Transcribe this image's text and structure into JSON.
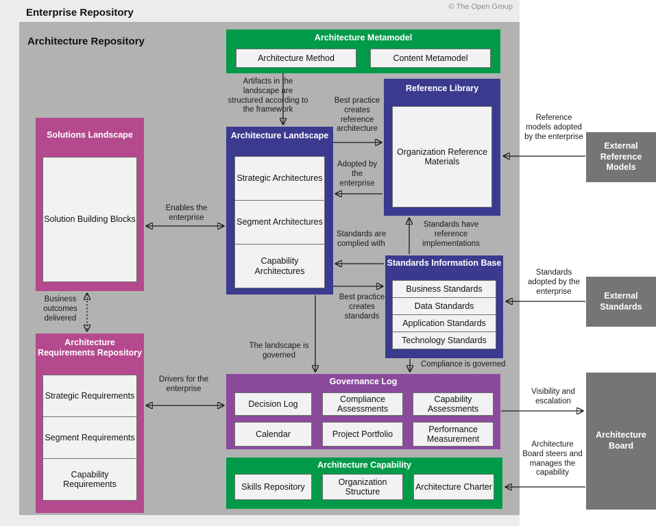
{
  "page": {
    "title": "Enterprise Repository",
    "copyright": "© The Open Group",
    "repository_title": "Architecture Repository"
  },
  "boxes": {
    "architecture_metamodel": {
      "title": "Architecture Metamodel",
      "items": [
        "Architecture Method",
        "Content Metamodel"
      ]
    },
    "reference_library": {
      "title": "Reference Library",
      "items": [
        "Organization Reference Materials"
      ]
    },
    "architecture_landscape": {
      "title": "Architecture Landscape",
      "items": [
        "Strategic Architectures",
        "Segment Architectures",
        "Capability Architectures"
      ]
    },
    "solutions_landscape": {
      "title": "Solutions Landscape",
      "items": [
        "Solution Building Blocks"
      ]
    },
    "standards_information_base": {
      "title": "Standards Information Base",
      "items": [
        "Business Standards",
        "Data Standards",
        "Application Standards",
        "Technology Standards"
      ]
    },
    "architecture_requirements_repository": {
      "title": "Architecture Requirements Repository",
      "items": [
        "Strategic Requirements",
        "Segment Requirements",
        "Capability Requirements"
      ]
    },
    "governance_log": {
      "title": "Governance Log",
      "items": [
        "Decision Log",
        "Compliance Assessments",
        "Capability Assessments",
        "Calendar",
        "Project Portfolio",
        "Performance Measurement"
      ]
    },
    "architecture_capability": {
      "title": "Architecture Capability",
      "items": [
        "Skills Repository",
        "Organization Structure",
        "Architecture Charter"
      ]
    },
    "external_reference_models": {
      "title": "External Reference Models"
    },
    "external_standards": {
      "title": "External Standards"
    },
    "architecture_board": {
      "title": "Architecture Board"
    }
  },
  "annotations": {
    "artifacts_structured": "Artifacts in the landscape are structured according to the framework",
    "best_practice_reference": "Best practice creates reference architecture",
    "adopted_by_enterprise": "Adopted by the enterprise",
    "standards_complied": "Standards are complied with",
    "standards_have_reference": "Standards have reference implementations",
    "best_practice_standards": "Best practice creates standards",
    "compliance_governed": "Compliance is governed",
    "enables_enterprise": "Enables the enterprise",
    "business_outcomes": "Business outcomes delivered",
    "drivers_enterprise": "Drivers for the enterprise",
    "landscape_governed": "The landscape is governed",
    "reference_models_adopted": "Reference models adopted by the enterprise",
    "standards_adopted": "Standards adopted by the enterprise",
    "visibility_escalation": "Visibility and escalation",
    "board_steers": "Architecture Board steers and manages the capability"
  },
  "colors": {
    "green": "#009A49",
    "blue": "#3A3A8F",
    "magenta": "#B5498D",
    "purple": "#8C4A9D",
    "external_gray": "#757575",
    "canvas_gray": "#B2B2B2",
    "outer_gray": "#ECECEC",
    "cell_background": "#F2F2F2",
    "line": "#1A1A1A"
  }
}
